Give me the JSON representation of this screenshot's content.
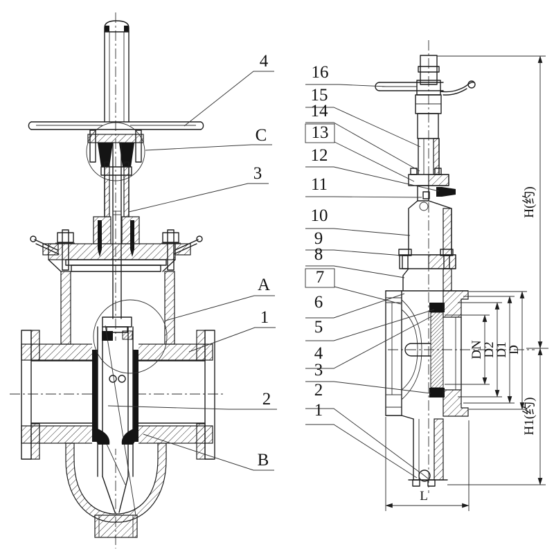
{
  "colors": {
    "line": "#1c1c1c",
    "background": "#ffffff"
  },
  "left": {
    "callouts": [
      {
        "text": "4"
      },
      {
        "text": "C"
      },
      {
        "text": "3"
      },
      {
        "text": "A"
      },
      {
        "text": "1"
      },
      {
        "text": "2"
      },
      {
        "text": "B"
      }
    ]
  },
  "right": {
    "callouts": [
      {
        "text": "16"
      },
      {
        "text": "15"
      },
      {
        "text": "14"
      },
      {
        "text": "13"
      },
      {
        "text": "12"
      },
      {
        "text": "11"
      },
      {
        "text": "10"
      },
      {
        "text": "9"
      },
      {
        "text": "8"
      },
      {
        "text": "7"
      },
      {
        "text": "6"
      },
      {
        "text": "5"
      },
      {
        "text": "4"
      },
      {
        "text": "3"
      },
      {
        "text": "2"
      },
      {
        "text": "1"
      }
    ],
    "dimensions": {
      "height_upper": "H(约)",
      "height_lower": "H1(约)",
      "bore": "DN",
      "d2": "D2",
      "d1": "D1",
      "outer": "D",
      "face_to_face": "L"
    }
  }
}
